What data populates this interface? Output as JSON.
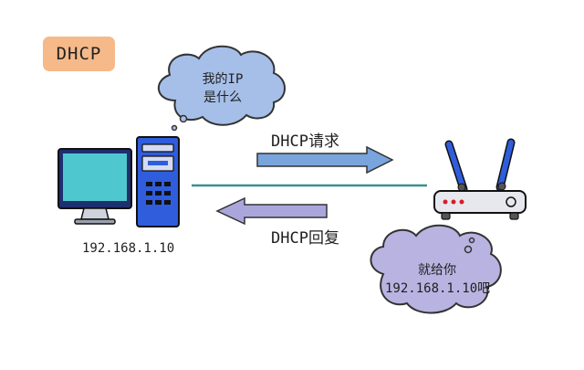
{
  "title_tag": "DHCP",
  "computer": {
    "ip_label": "192.168.1.10"
  },
  "bubble_client": {
    "line1": "我的IP",
    "line2": "是什么"
  },
  "request_arrow": {
    "label": "DHCP请求"
  },
  "reply_arrow": {
    "label": "DHCP回复"
  },
  "bubble_router": {
    "line1": "就给你",
    "line2": "192.168.1.10吧"
  },
  "colors": {
    "title_tag": "#f6b98a",
    "monitor_screen": "#4fc7cf",
    "tower": "#2f5ddc",
    "request_arrow": "#7aa4dc",
    "reply_arrow": "#aaa6dc",
    "link_line": "#3a8f93",
    "bubble_client": "#a6bfe8",
    "bubble_router": "#b9b3e1",
    "router_body": "#e6e8ee",
    "router_led": "#d81c2b"
  }
}
